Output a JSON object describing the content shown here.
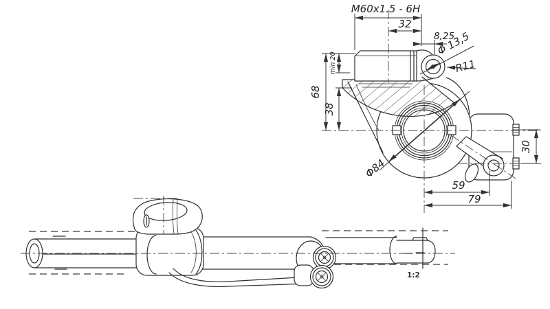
{
  "colors": {
    "ink": "#2f2f2f",
    "background": "#ffffff",
    "dimension": "#333333"
  },
  "detail_view": {
    "thread_spec": "M60x1.5 - 6H",
    "thread_length": "32",
    "pin_offset": "8,25",
    "pin_hole_diameter": "Φ 13,5",
    "pin_radius": "R11",
    "total_height": "68",
    "min_engagement": "min 20",
    "shoulder_height": "38",
    "bore_diameter": "Φ84",
    "port_center_distance": "59",
    "overall_width": "79",
    "port_spacing": "30"
  },
  "side_view": {
    "scale_label": "1:2"
  }
}
